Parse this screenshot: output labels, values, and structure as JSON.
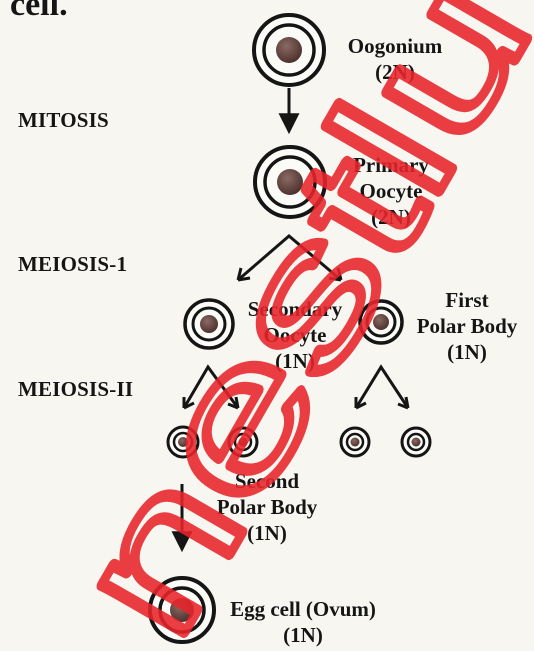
{
  "top_fragment": "cell.",
  "stages": {
    "mitosis": "MITOSIS",
    "meiosis1": "MEIOSIS-1",
    "meiosis2": "MEIOSIS-II"
  },
  "cells": {
    "oogonium": {
      "name": "Oogonium",
      "ploidy": "(2N)"
    },
    "primary_oocyte": {
      "name_line1": "Primary",
      "name_line2": "Oocyte",
      "ploidy": "(2N)"
    },
    "secondary_oocyte": {
      "name_line1": "Secondary",
      "name_line2": "Oocyte",
      "ploidy": "(1N)"
    },
    "first_polar_body": {
      "name_line1": "First",
      "name_line2": "Polar Body",
      "ploidy": "(1N)"
    },
    "second_polar_body": {
      "name_line1": "Second",
      "name_line2": "Polar Body",
      "ploidy": "(1N)"
    },
    "egg_cell": {
      "name": "Egg cell (Ovum)",
      "ploidy": "(1N)"
    }
  },
  "watermark": {
    "text": "nestlu",
    "color": "#e8242b"
  },
  "colors": {
    "ink": "#151515",
    "nucleus": "#5a3a36",
    "background": "#f7f6f1"
  }
}
